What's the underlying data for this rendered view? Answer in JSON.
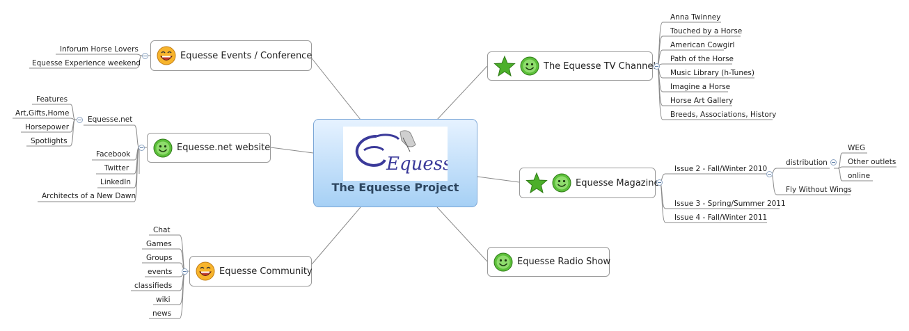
{
  "central": {
    "title": "The Equesse Project",
    "logo_text": "Equesse"
  },
  "topics": {
    "events": {
      "label": "Equesse Events / Conference",
      "icon": "smiley-laughing-icon",
      "children": [
        "Inforum Horse Lovers",
        "Equesse Experience weekend"
      ]
    },
    "website": {
      "label": "Equesse.net website",
      "icon": "smiley-green-icon",
      "subgroup": {
        "label": "Equesse.net",
        "children": [
          "Features",
          "Art,Gifts,Home",
          "Horsepower",
          "Spotlights"
        ]
      },
      "children": [
        "Facebook",
        "Twitter",
        "LinkedIn",
        "Architects of a New Dawn"
      ]
    },
    "community": {
      "label": "Equesse Community",
      "icon": "smiley-laughing-icon",
      "children": [
        "Chat",
        "Games",
        "Groups",
        "events",
        "classifieds",
        "wiki",
        "news"
      ]
    },
    "tv": {
      "label": "The Equesse TV Channel",
      "icons": [
        "star-icon",
        "smiley-green-icon"
      ],
      "children": [
        "Anna Twinney",
        "Touched by a Horse",
        "American Cowgirl",
        "Path of the Horse",
        "Music Library (h-Tunes)",
        "Imagine a Horse",
        "Horse Art Gallery",
        "Breeds, Associations, History"
      ]
    },
    "magazine": {
      "label": "Equesse Magazine",
      "icons": [
        "star-icon",
        "smiley-green-icon"
      ],
      "issue2": {
        "label": "Issue 2 - Fall/Winter 2010",
        "distribution": {
          "label": "distribution",
          "children": [
            "WEG",
            "Other outlets",
            "online"
          ]
        },
        "fly": "Fly Without Wings"
      },
      "issue3": "Issue 3 - Spring/Summer 2011",
      "issue4": "Issue 4 - Fall/Winter 2011"
    },
    "radio": {
      "label": "Equesse Radio Show",
      "icon": "smiley-green-icon"
    }
  },
  "colors": {
    "central_top": "#e6f2ff",
    "central_bottom": "#a6d0f5",
    "central_border": "#7aa6d6",
    "smiley_green": "#5cbf3a",
    "smiley_yellow": "#f7b42c",
    "star_green": "#4caf2a",
    "connector": "#8a8a8a"
  }
}
